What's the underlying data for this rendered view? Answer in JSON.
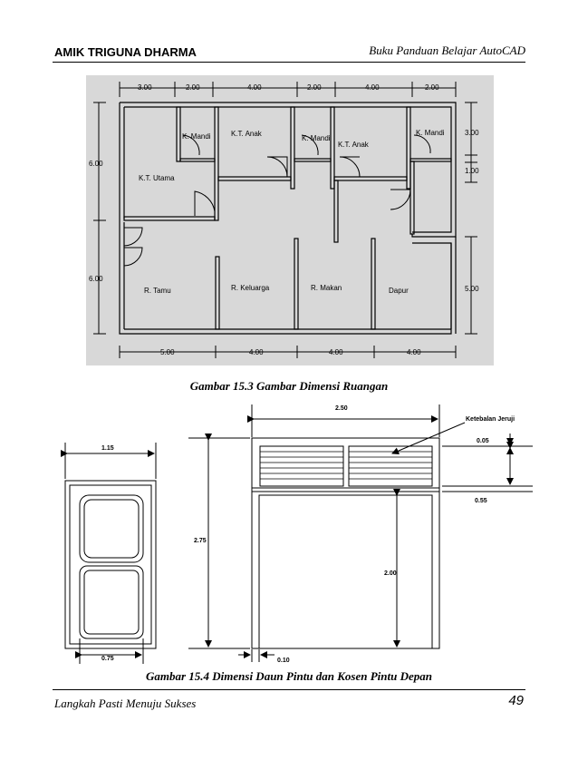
{
  "header": {
    "left": "AMIK TRIGUNA DHARMA",
    "right": "Buku Panduan Belajar AutoCAD"
  },
  "footer": {
    "left": "Langkah Pasti Menuju Sukses",
    "page": "49"
  },
  "figure1": {
    "caption": "Gambar 15.3 Gambar Dimensi Ruangan",
    "top_dims": [
      "3.00",
      "2.00",
      "4.00",
      "2.00",
      "4.00",
      "2.00"
    ],
    "bottom_dims": [
      "5.00",
      "4.00",
      "4.00",
      "4.00"
    ],
    "left_dims": [
      "6.00",
      "6.00"
    ],
    "right_dims": [
      "3.00",
      "1.00",
      "5.00"
    ],
    "rooms": [
      "K. Mandi",
      "K.T. Anak",
      "K. Mandi",
      "K.T. Anak",
      "K. Mandi",
      "K.T. Utama",
      "R. Tamu",
      "R. Keluarga",
      "R. Makan",
      "Dapur"
    ]
  },
  "figure2": {
    "caption": "Gambar 15.4 Dimensi Daun Pintu dan Kosen Pintu Depan",
    "door_width": "1.15",
    "panel_width": "0.75",
    "frame_width": "2.50",
    "frame_height": "2.75",
    "door_height": "2.00",
    "post_width": "0.10",
    "grille_label": "Ketebalan Jeruji",
    "grille_thickness": "0.05",
    "grille_height": "0.55"
  }
}
